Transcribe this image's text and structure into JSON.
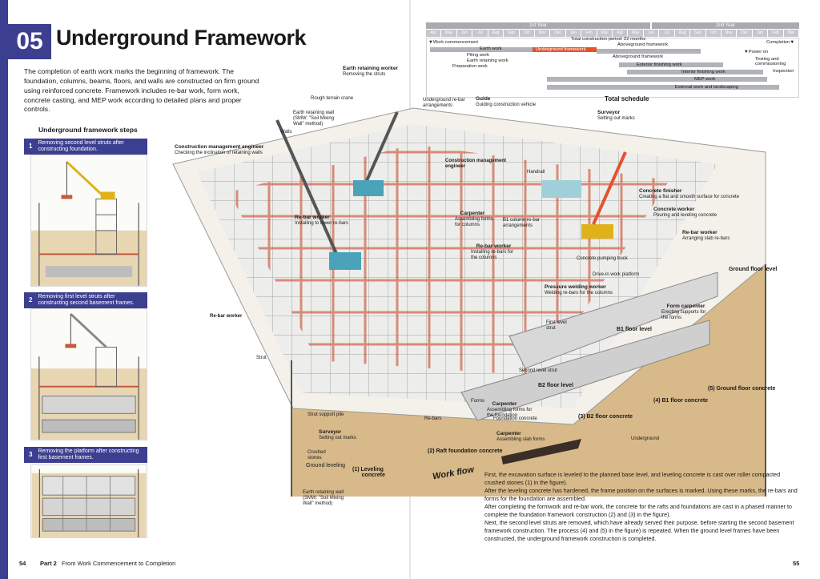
{
  "chapter": {
    "number": "05",
    "title": "Underground Framework"
  },
  "intro": "The completion of earth work marks the beginning of framework. The foundation, columns, beams, floors, and walls are constructed on firm ground using reinforced concrete. Framework includes re-bar work, form work, concrete casting, and MEP work according to detailed plans and proper controls.",
  "steps": {
    "heading": "Underground framework steps",
    "items": [
      {
        "num": "1",
        "text": "Removing second level struts after constructing foundation."
      },
      {
        "num": "2",
        "text": "Removing first level struts after constructing second basement frames."
      },
      {
        "num": "3",
        "text": "Removing the platform after constructing first basement frames."
      }
    ]
  },
  "schedule": {
    "title": "Total schedule",
    "year1": "1st Year",
    "year2": "2nd Year",
    "months": [
      "Apr",
      "May",
      "Jun",
      "Jul",
      "Aug",
      "Sep",
      "Oct",
      "Nov",
      "Dec",
      "Jan",
      "Feb",
      "Mar",
      "Apr",
      "May",
      "Jun",
      "Jul",
      "Aug",
      "Sep",
      "Oct",
      "Nov",
      "Dec",
      "Jan",
      "Feb",
      "Mar"
    ],
    "rows": {
      "commencement": "▼Work commencement",
      "total_period": "Total construction period: 22 months",
      "completion": "Completion▼",
      "earth_work": "Earth work",
      "piling_work": "Piling work",
      "earth_retaining": "Earth retaining work",
      "preparation": "Preparation work",
      "underground": "Underground framework",
      "aboveground": "Aboveground framework",
      "aboveground_upper": "Aboveground framework",
      "exterior": "Exterior finishing work",
      "interior": "Interior finishing work",
      "mep": "MEP work",
      "external": "External work and landscaping",
      "power_on": "▼Power on",
      "testing": "Testing and commissioning",
      "inspection": "Inspection"
    }
  },
  "labels": {
    "earth_retaining_worker": "Earth retaining worker",
    "removing_struts": "Removing the struts",
    "rough_terrain_crane": "Rough terrain crane",
    "earth_retaining_wall": "Earth retaining wall\n(SMW: \"Soil Mixing\nWall\" method)",
    "walls": "Walls",
    "underground_rebar": "Underground re-bar\narrangements",
    "guide": "Guide",
    "guide_desc": "Guiding construction vehicle",
    "surveyor": "Surveyor",
    "surveyor_desc": "Setting out marks",
    "cm_engineer": "Construction management engineer",
    "cm_engineer_desc": "Checking the inclination of retaining walls",
    "cm_engineer2": "Construction management\nengineer",
    "handrail": "Handrail",
    "concrete_finisher": "Concrete finisher",
    "concrete_finisher_desc": "Creating a flat and smooth surface for concrete",
    "concrete_worker": "Concrete worker",
    "concrete_worker_desc": "Pouring and leveling concrete",
    "rebar_worker_right": "Re-bar worker",
    "rebar_worker_right_desc": "Arranging slab re-bars",
    "rebar_worker_top": "Re-bar worker",
    "rebar_worker_top_desc": "Installing to lower re-bars",
    "carpenter_top": "Carpenter",
    "carpenter_top_desc": "Assembling forms\nfor columns",
    "b1_column": "B1 column re-bar\narrangements",
    "rebar_worker_mid": "Re-bar worker",
    "rebar_worker_mid_desc": "Installing re-bars for\nthe columns",
    "concrete_pumping": "Concrete pumping truck",
    "drive_in": "Drive-in work platform",
    "pressure_welding": "Pressure welding worker",
    "pressure_welding_desc": "Welding re-bars for the columns",
    "form_carpenter": "Form carpenter",
    "form_carpenter_desc": "Erecting supports for\nthe forms",
    "ground_floor_level": "Ground floor level",
    "b1_floor_level": "B1 floor level",
    "b2_floor_level": "B2 floor level",
    "first_level_strut": "First level\nstrut",
    "second_level_strut": "Second level strut",
    "rebar_worker_left": "Re-bar worker",
    "strut": "Strut",
    "strut_support": "Strut support pile",
    "forms": "Forms",
    "carpenter_mid": "Carpenter",
    "carpenter_mid_desc": "Assembling forms for\nthe foundation",
    "foundation_concrete": "Foundation concrete",
    "re_bars": "Re-bars",
    "carpenter_bot": "Carpenter",
    "carpenter_bot_desc": "Assembling slab forms",
    "surveyor_bot": "Surveyor",
    "surveyor_bot_desc": "Setting out marks",
    "crushed_stones": "Crushed\nstones",
    "ground_leveling": "Ground leveling",
    "underground": "Underground",
    "earth_retaining_wall_bot": "Earth retaining wall\n(SMW: \"Soil Mixing\nWall\" method)",
    "tag1": "(1) Leveling\n      concrete",
    "tag2": "(2) Raft foundation concrete",
    "tag3": "(3) B2 floor concrete",
    "tag4": "(4) B1 floor concrete",
    "tag5": "(5) Ground floor concrete"
  },
  "workflow": "Work flow",
  "body": [
    "First, the excavation surface is leveled to the planned base level, and leveling concrete is cast over roller compacted crushed stones (1) in the figure).",
    "After the leveling concrete has hardened, the frame position on the surfaces is marked. Using these marks, the re-bars and forms for the foundation are assembled.",
    "After completing the formwork and re-bar work, the concrete for the rafts and foundations are cast in a phased manner to complete the foundation framework construction (2) and (3) in the figure).",
    "Next, the second level struts are removed, which have already served their purpose, before starting the second basement framework construction. The process (4) and (5) in the figure) is repeated. When the ground level frames have been constructed, the underground framework construction is completed."
  ],
  "footer": {
    "page_left": "54",
    "part": "Part 2",
    "part_title": "From Work Commencement to Completion",
    "page_right": "55"
  },
  "colors": {
    "accent": "#3c3f8f",
    "strut": "#c9583a",
    "soil": "#d8b98a",
    "crane": "#4aa3b8"
  }
}
